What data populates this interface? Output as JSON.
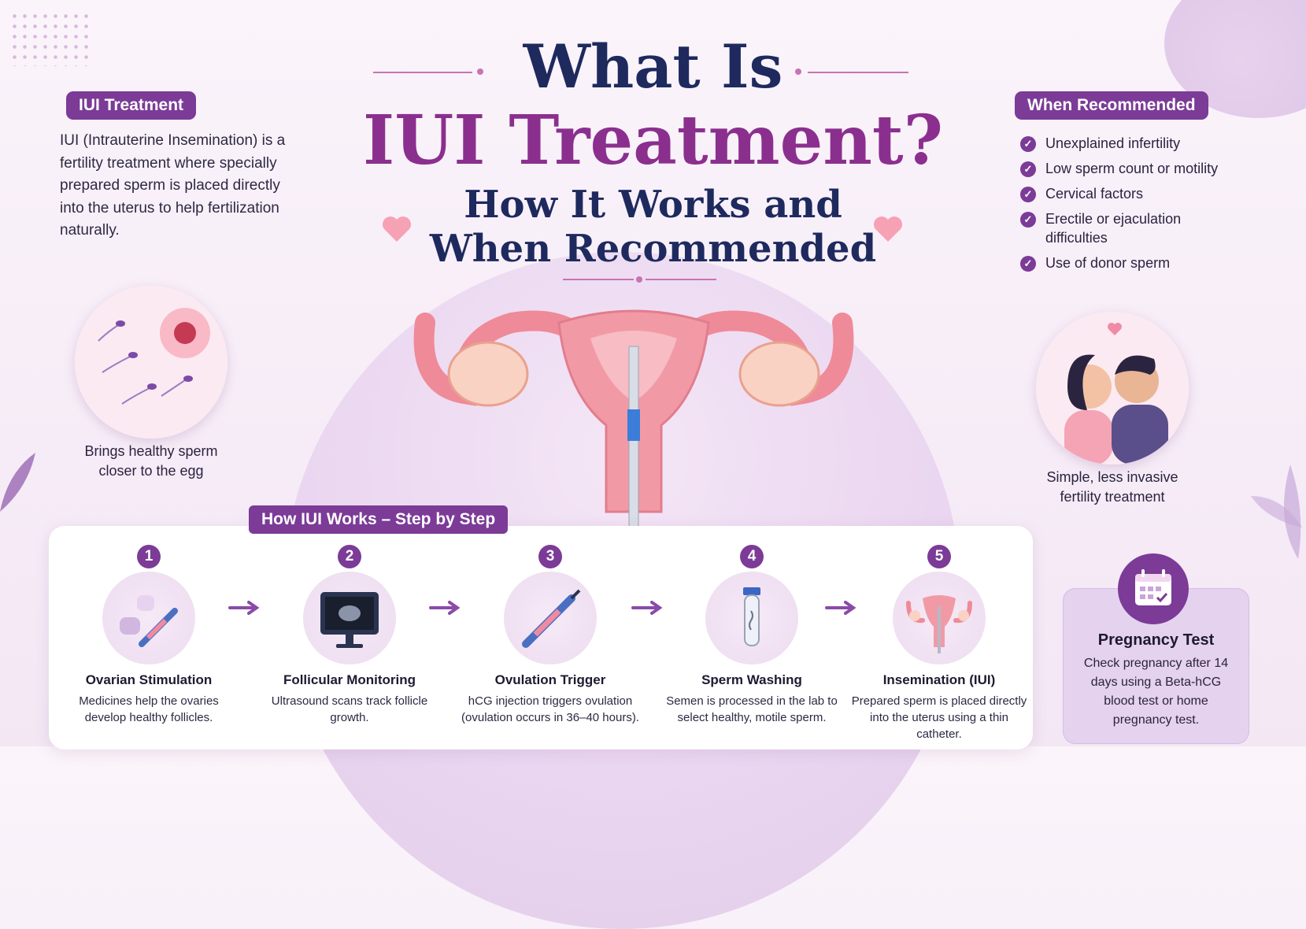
{
  "title": {
    "line1": "What Is",
    "line2": "IUI Treatment?",
    "line3": "How It Works and",
    "line4": "When Recommended"
  },
  "left": {
    "badge": "IUI Treatment",
    "description": "IUI (Intrauterine Insemination) is a fertility treatment where specially prepared sperm is placed directly into the uterus to help fertilization naturally.",
    "caption_line1": "Brings healthy sperm",
    "caption_line2": "closer to the egg"
  },
  "right": {
    "badge": "When Recommended",
    "items": [
      "Unexplained infertility",
      "Low sperm count or motility",
      "Cervical factors",
      "Erectile or ejaculation difficulties",
      "Use of donor sperm"
    ],
    "caption_line1": "Simple, less invasive",
    "caption_line2": "fertility treatment"
  },
  "steps_section": {
    "badge": "How IUI Works – Step by Step",
    "steps": [
      {
        "number": "1",
        "title": "Ovarian Stimulation",
        "description": "Medicines help the ovaries develop healthy follicles."
      },
      {
        "number": "2",
        "title": "Follicular Monitoring",
        "description": "Ultrasound scans track follicle growth."
      },
      {
        "number": "3",
        "title": "Ovulation Trigger",
        "description": "hCG injection triggers ovulation (ovulation occurs in 36–40 hours)."
      },
      {
        "number": "4",
        "title": "Sperm Washing",
        "description": "Semen is processed in the lab to select healthy, motile sperm."
      },
      {
        "number": "5",
        "title": "Insemination (IUI)",
        "description": "Prepared sperm is placed directly into the uterus using a thin catheter."
      }
    ]
  },
  "pregnancy_test": {
    "title": "Pregnancy Test",
    "description": "Check pregnancy after 14 days using a Beta-hCG blood test or home pregnancy test."
  },
  "colors": {
    "navy": "#1e2a5e",
    "magenta": "#8b2f8f",
    "purple": "#7b3b97",
    "pink": "#f08a9a"
  }
}
